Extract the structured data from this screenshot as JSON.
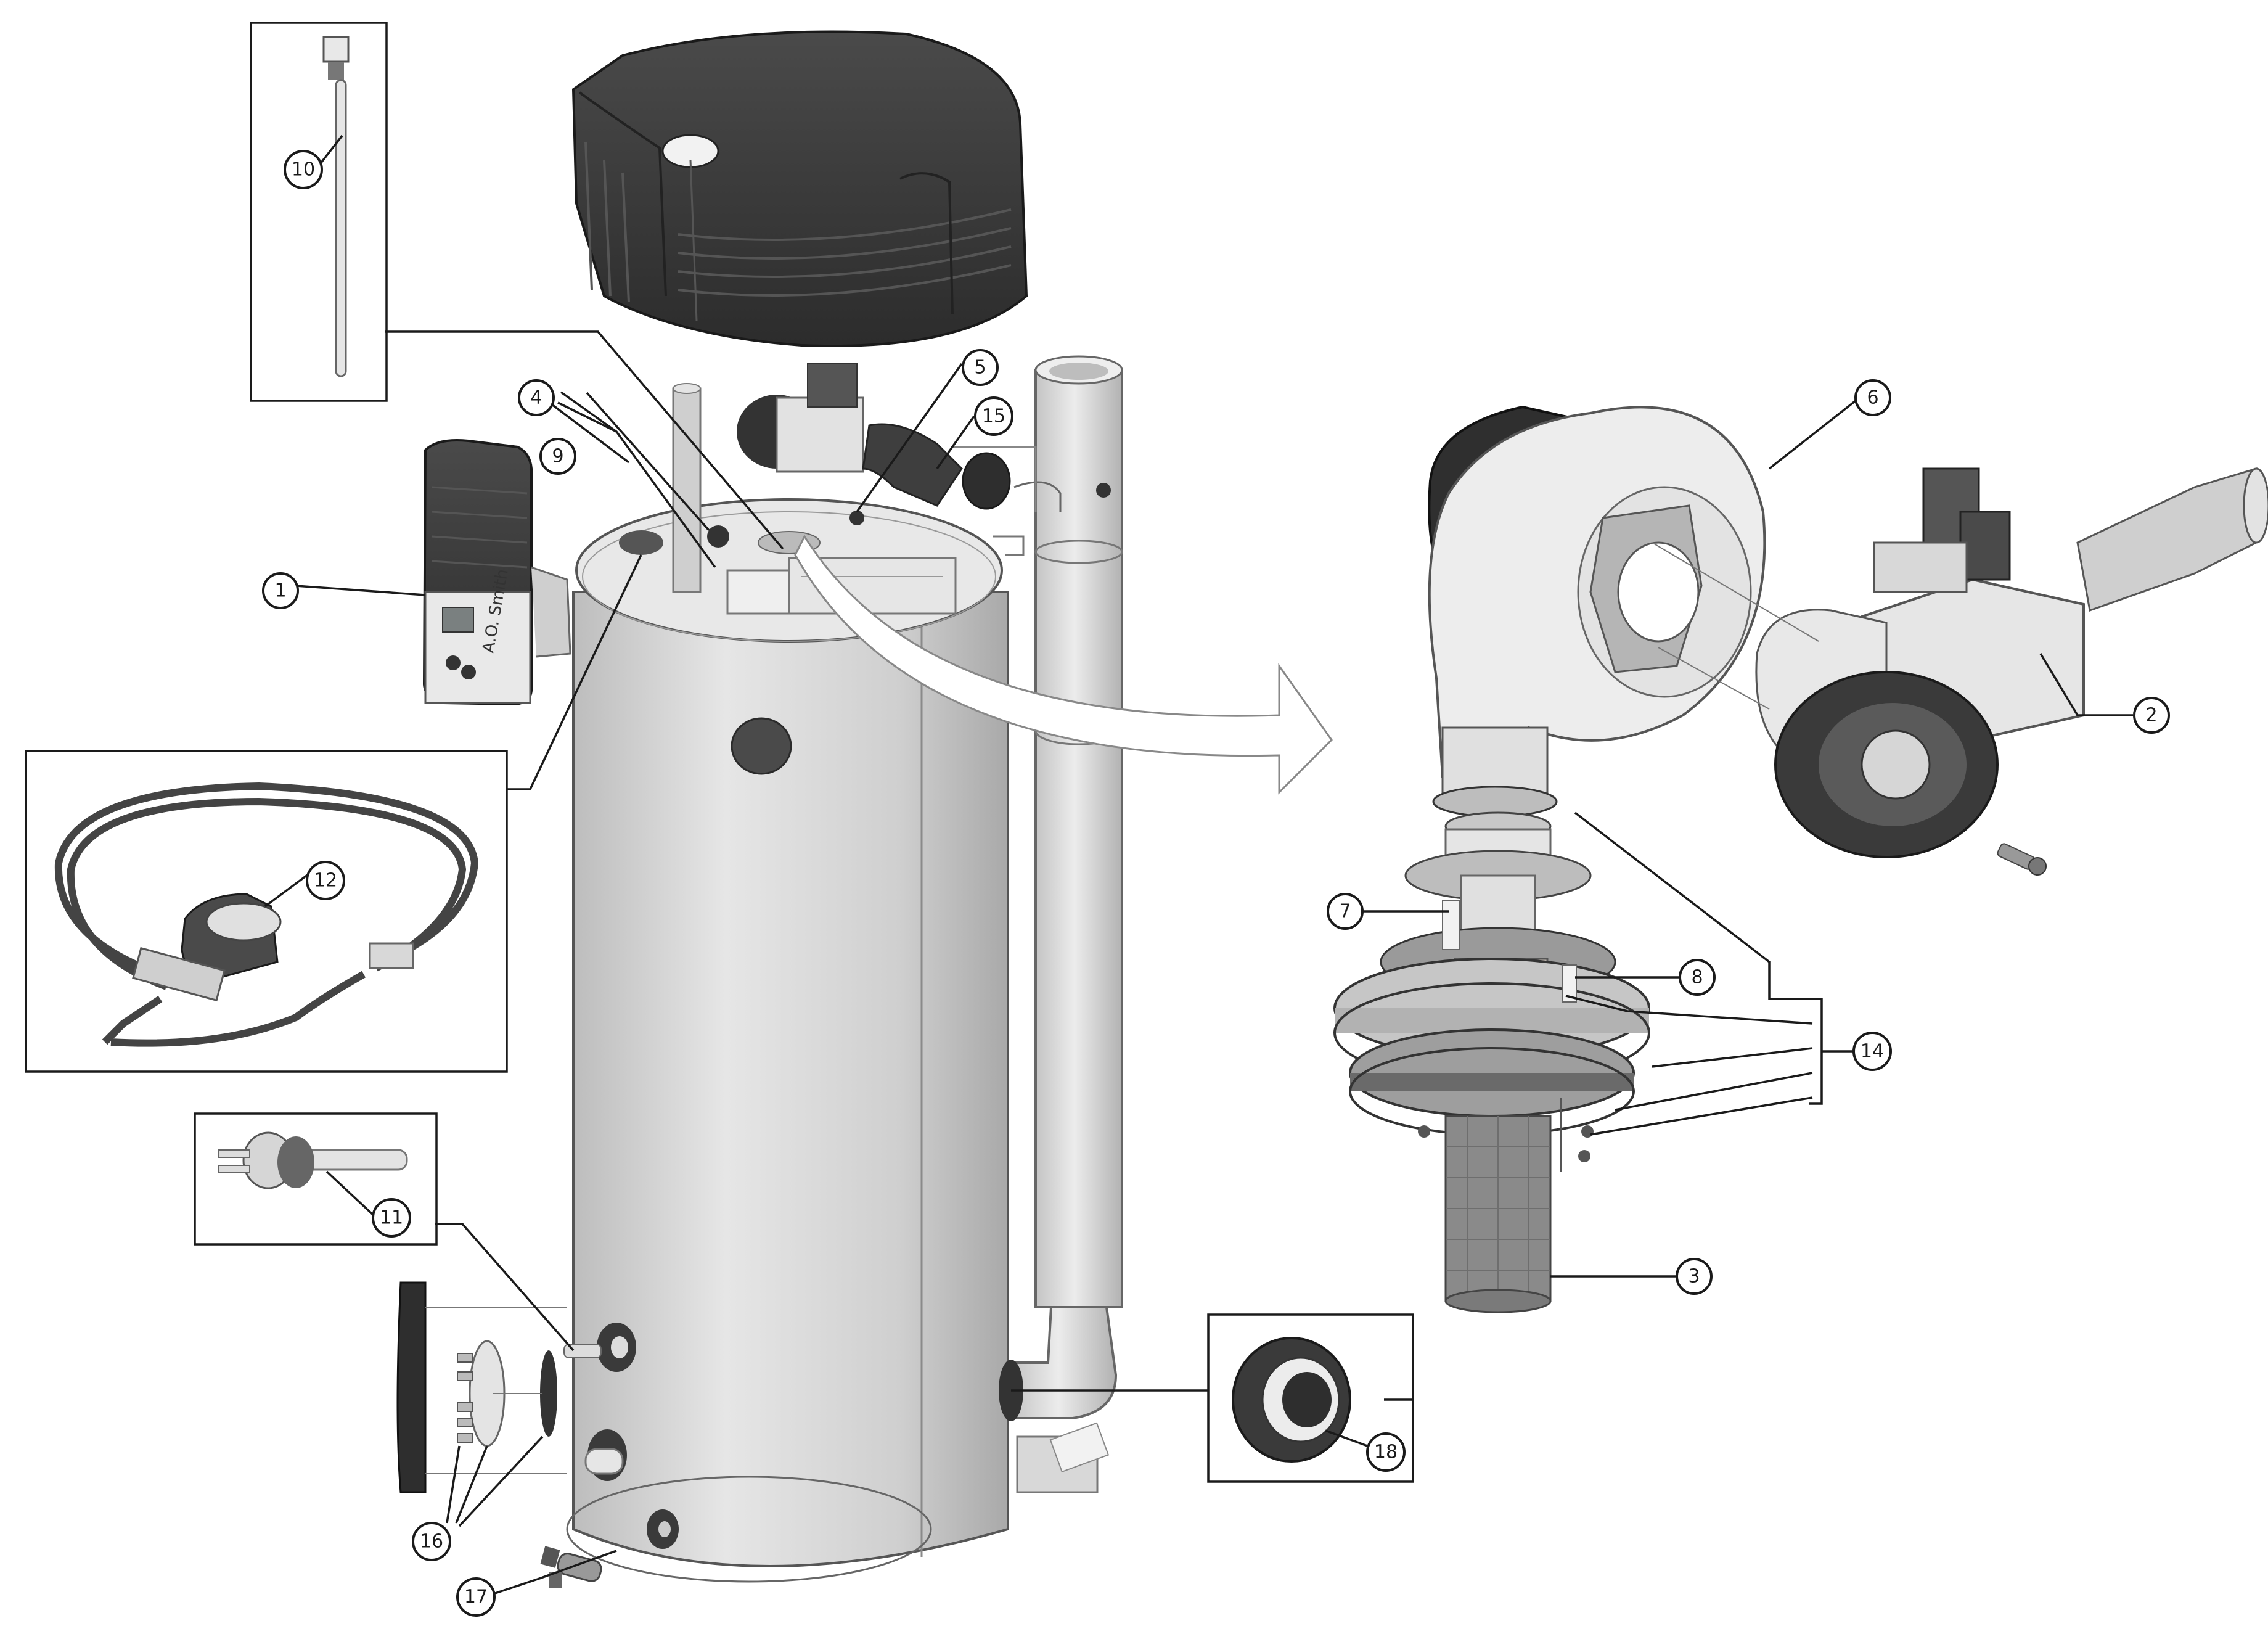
{
  "callouts": [
    {
      "id": "1",
      "label": "1"
    },
    {
      "id": "2",
      "label": "2"
    },
    {
      "id": "3",
      "label": "3"
    },
    {
      "id": "4",
      "label": "4"
    },
    {
      "id": "5",
      "label": "5"
    },
    {
      "id": "6",
      "label": "6"
    },
    {
      "id": "7",
      "label": "7"
    },
    {
      "id": "8",
      "label": "8"
    },
    {
      "id": "9",
      "label": "9"
    },
    {
      "id": "10",
      "label": "10"
    },
    {
      "id": "11",
      "label": "11"
    },
    {
      "id": "12",
      "label": "12"
    },
    {
      "id": "14",
      "label": "14"
    },
    {
      "id": "15",
      "label": "15"
    },
    {
      "id": "16",
      "label": "16"
    },
    {
      "id": "17",
      "label": "17"
    },
    {
      "id": "18",
      "label": "18"
    }
  ],
  "control_panel": {
    "brand": "A.O. Smith"
  },
  "colors": {
    "outline": "#1a1a1a",
    "tank": "#d7d7d7",
    "plastic": "#3a3a3a",
    "background": "#ffffff"
  }
}
